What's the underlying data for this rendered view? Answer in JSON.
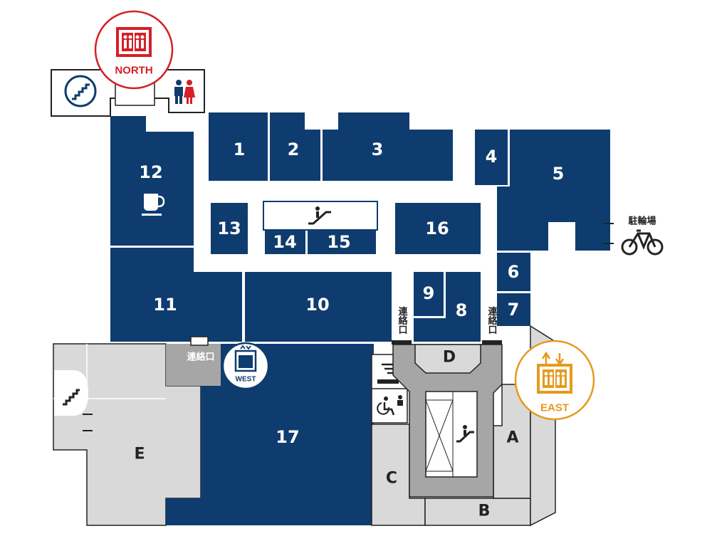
{
  "colors": {
    "store": "#0f3c6e",
    "service": "#d9d9d9",
    "service_dark": "#a6a6a6",
    "outline": "#222222",
    "north_elevator": "#d61f26",
    "east_elevator": "#e59a1d",
    "west_elevator": "#0f3c6e"
  },
  "stores": [
    {
      "id": "1",
      "label": "1"
    },
    {
      "id": "2",
      "label": "2"
    },
    {
      "id": "3",
      "label": "3"
    },
    {
      "id": "4",
      "label": "4"
    },
    {
      "id": "5",
      "label": "5"
    },
    {
      "id": "6",
      "label": "6"
    },
    {
      "id": "7",
      "label": "7"
    },
    {
      "id": "8",
      "label": "8"
    },
    {
      "id": "9",
      "label": "9"
    },
    {
      "id": "10",
      "label": "10"
    },
    {
      "id": "11",
      "label": "11"
    },
    {
      "id": "12",
      "label": "12"
    },
    {
      "id": "13",
      "label": "13"
    },
    {
      "id": "14",
      "label": "14"
    },
    {
      "id": "15",
      "label": "15"
    },
    {
      "id": "16",
      "label": "16"
    },
    {
      "id": "17",
      "label": "17"
    }
  ],
  "areas": {
    "A": "A",
    "B": "B",
    "C": "C",
    "D": "D",
    "E": "E"
  },
  "elevators": {
    "north": "NORTH",
    "east": "EAST",
    "west": "WEST"
  },
  "labels": {
    "bicycle_parking": "駐輪場",
    "connecting_passage_vertical": "連絡口",
    "connecting_passage_west": "連絡口"
  },
  "icons": [
    "stairs-icon",
    "restroom-icon",
    "cafe-icon",
    "escalator-icon",
    "elevator-icon",
    "smoking-area-icon",
    "accessible-restroom-icon",
    "bicycle-icon"
  ]
}
